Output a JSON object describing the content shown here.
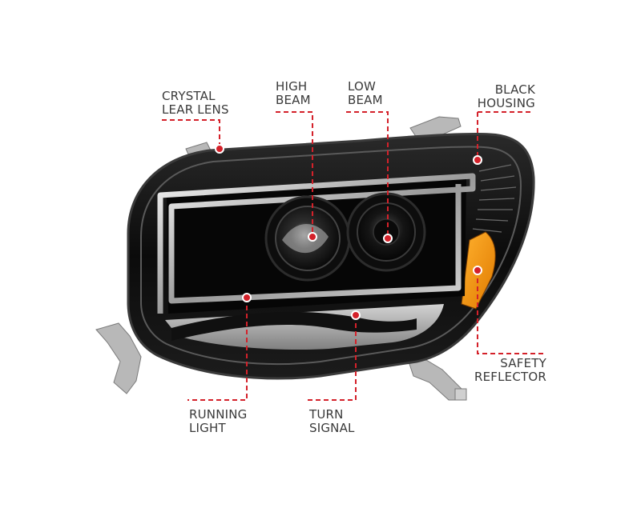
{
  "accent_color": "#d4212a",
  "callouts": [
    {
      "id": "crystal-lens",
      "lines": [
        "CRYSTAL",
        "LEAR LENS"
      ]
    },
    {
      "id": "high-beam",
      "lines": [
        "HIGH",
        "BEAM"
      ]
    },
    {
      "id": "low-beam",
      "lines": [
        "LOW",
        "BEAM"
      ]
    },
    {
      "id": "black-housing",
      "lines": [
        "BLACK",
        "HOUSING"
      ]
    },
    {
      "id": "safety-reflector",
      "lines": [
        "SAFETY",
        "REFLECTOR"
      ]
    },
    {
      "id": "running-light",
      "lines": [
        "RUNNING",
        "LIGHT"
      ]
    },
    {
      "id": "turn-signal",
      "lines": [
        "TURN",
        "SIGNAL"
      ]
    }
  ]
}
